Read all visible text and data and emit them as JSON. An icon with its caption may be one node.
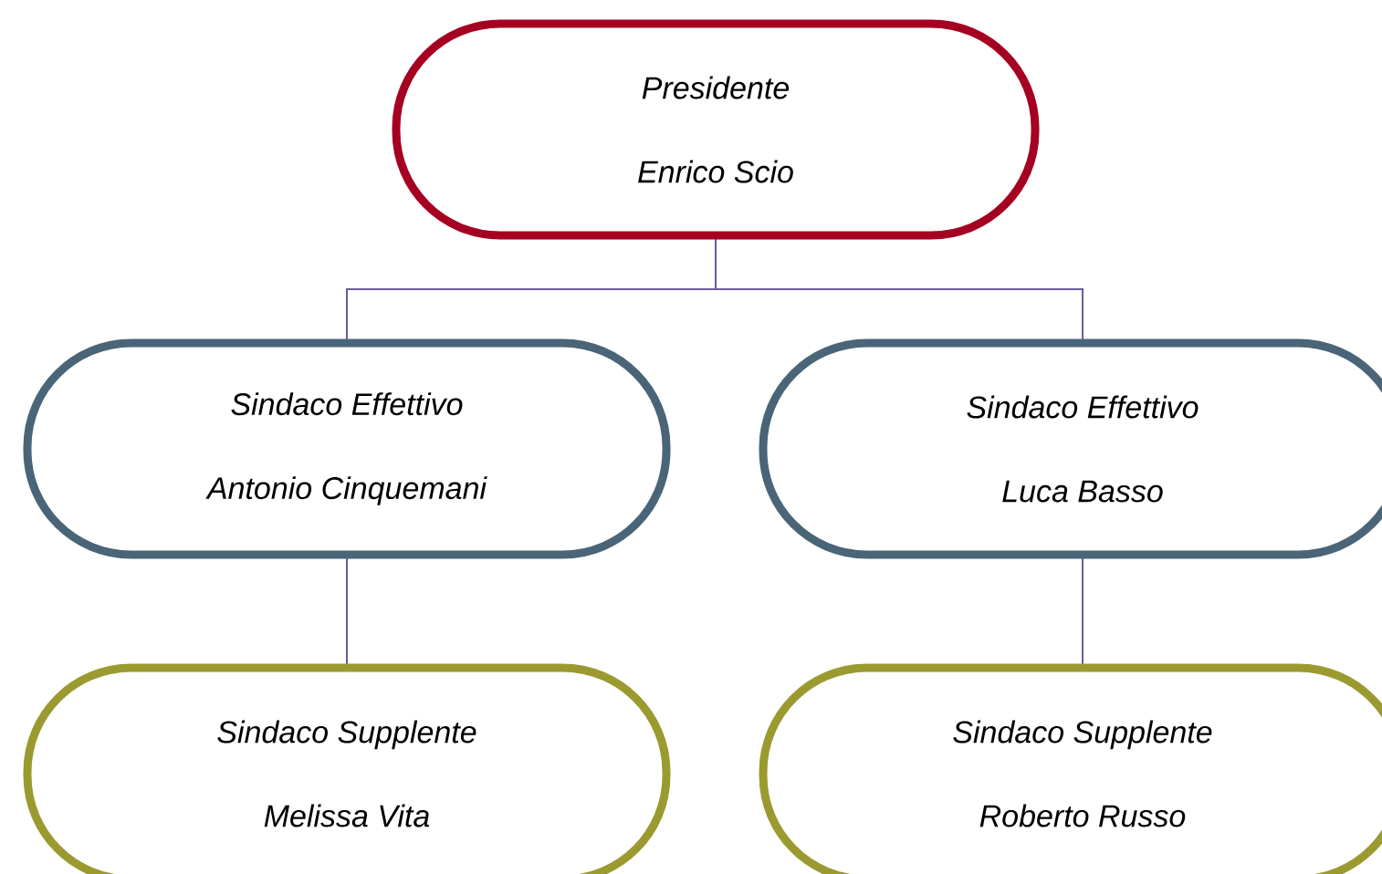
{
  "diagram": {
    "nodes": [
      {
        "text": [
          "Presidente",
          "Enrico Scio"
        ]
      },
      {
        "text": [
          "Sindaco Effettivo",
          "Antonio Cinquemani"
        ]
      },
      {
        "text": [
          "Sindaco Effettivo",
          "Luca Basso"
        ]
      },
      {
        "text": [
          "Sindaco Supplente",
          "Melissa Vita"
        ]
      },
      {
        "text": [
          "Sindaco Supplente",
          "Roberto Russo"
        ]
      }
    ],
    "edges": [
      {
        "from": 0,
        "to": 1,
        "arrow": "none"
      },
      {
        "from": 0,
        "to": 2,
        "arrow": "none"
      },
      {
        "from": 1,
        "to": 3,
        "arrow": "none"
      },
      {
        "from": 2,
        "to": 4,
        "arrow": "none"
      }
    ]
  }
}
